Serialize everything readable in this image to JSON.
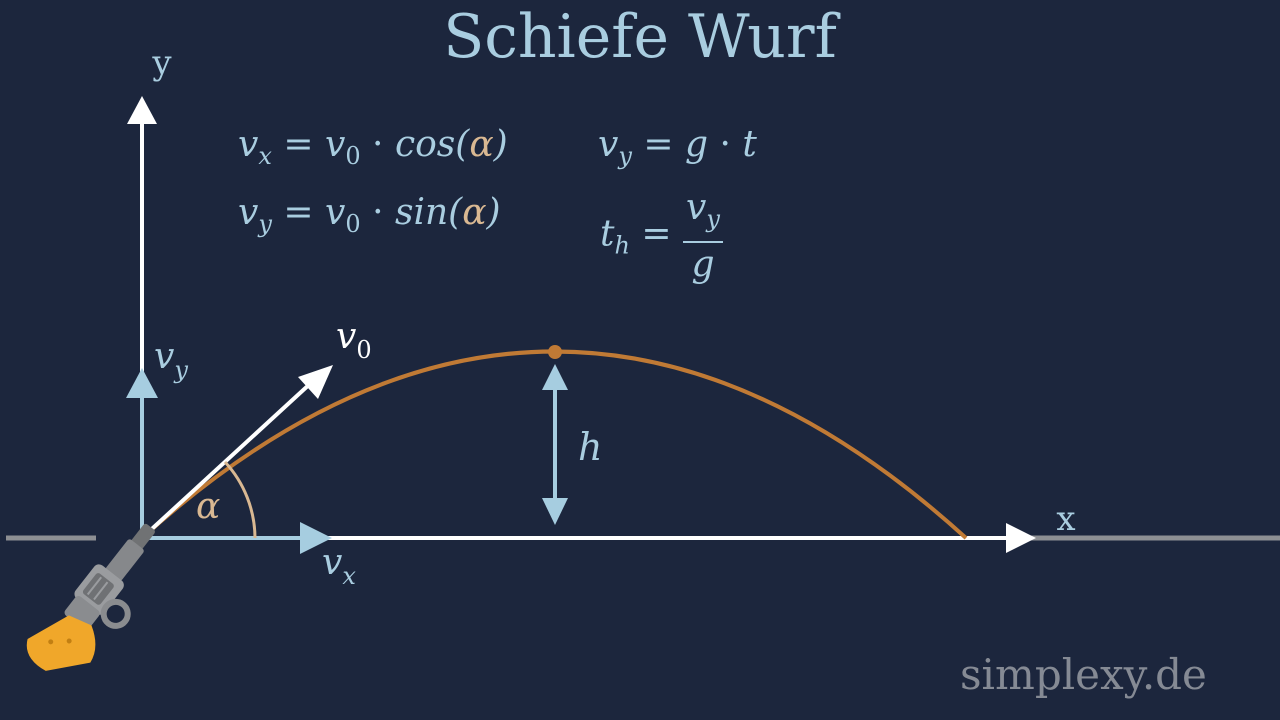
{
  "title": "Schiefe Wurf",
  "watermark": "simplexy.de",
  "equations": {
    "vx": {
      "var": "v",
      "sub": "x",
      "eq": "=",
      "v0": "v",
      "v0sub": "0",
      "dot": "·",
      "fn": "cos(",
      "arg": "α",
      "close": ")"
    },
    "vy1": {
      "var": "v",
      "sub": "y",
      "eq": "=",
      "v0": "v",
      "v0sub": "0",
      "dot": "·",
      "fn": "sin(",
      "arg": "α",
      "close": ")"
    },
    "vy2": {
      "var": "v",
      "sub": "y",
      "eq": "=",
      "g": "g",
      "dot": "·",
      "t": "t"
    },
    "th": {
      "var": "t",
      "sub": "h",
      "eq": "=",
      "num_var": "v",
      "num_sub": "y",
      "den": "g"
    }
  },
  "labels": {
    "y_axis": "y",
    "x_axis": "x",
    "vy_main": "v",
    "vy_sub": "y",
    "vx_main": "v",
    "vx_sub": "x",
    "v0_main": "v",
    "v0_sub": "0",
    "alpha": "α",
    "height": "h"
  },
  "colors": {
    "background": "#1c263d",
    "text": "#a9cde0",
    "trajectory": "#c07a35",
    "white_arrow": "#ffffff",
    "component_arrow": "#a6cde0",
    "angle": "#d9b892",
    "ground": "#8d8f93"
  },
  "icons": {
    "launcher": "revolver-icon"
  }
}
